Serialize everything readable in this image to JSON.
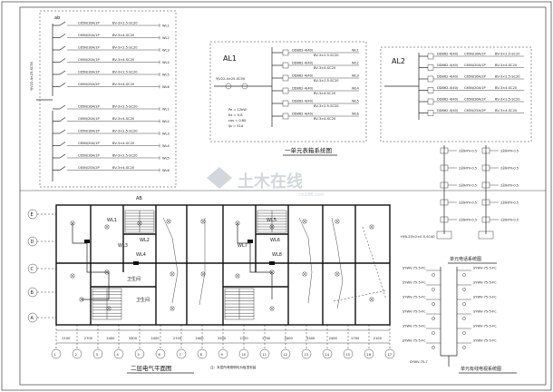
{
  "drawing": {
    "panel_left_label": "ab",
    "panel_al1_title": "AL1",
    "panel_al2_title": "AL2",
    "panel_system_caption": "一单元表箱系统图",
    "plan_caption": "二层电气平面图",
    "plan_top_label": "AB",
    "plan_note": "注：本层所有照明均为吸顶安装",
    "riser_caption": "单元电话系统图",
    "tv_caption": "单元有线电视系统图",
    "room_label_toilet": "卫生间",
    "room_label_bath": "卫生间",
    "watermark": "土木在线",
    "watermark_sub": "co188.com",
    "grid_columns": [
      "1",
      "2",
      "3",
      "4",
      "5",
      "6",
      "7",
      "8",
      "9",
      "10",
      "11",
      "12",
      "13",
      "14",
      "15",
      "16",
      "17"
    ],
    "grid_rows": [
      "A",
      "B",
      "C",
      "D",
      "E"
    ],
    "dimensions": [
      "2100",
      "2700",
      "2400",
      "3300",
      "2400",
      "2700",
      "2400",
      "3300",
      "2100",
      "2700",
      "2400",
      "3300",
      "2400",
      "2700",
      "2100"
    ],
    "circuit_labels": [
      "WL1",
      "WL2",
      "WL3",
      "WL4",
      "WL5",
      "WL6",
      "WL7",
      "WL8"
    ],
    "breaker_labels": [
      "C65N/16A/1P",
      "C65N/20A/1P",
      "C65N/16A/1P",
      "C65N/20A/1P",
      "C65N/16A/1P",
      "C65N/25A/2P"
    ],
    "cable_labels": [
      "BV-3×2.5-SC20",
      "BV-3×4-SC20",
      "BV-3×2.5-SC20",
      "BV-3×4-SC20",
      "BV-3×2.5-SC20",
      "BV-3×4-SC20"
    ],
    "tv_labels": [
      "SYWV-75-5-FC",
      "SYWV-75-5-FC",
      "SYWV-75-5-FC",
      "SYWV-75-5-FC",
      "SYWV-75-5-FC",
      "SYWV-75-5-FC",
      "SYWV-75-7"
    ],
    "phone_labels": [
      "2对HYV-0.5",
      "2对HYV-0.5",
      "2对HYV-0.5",
      "2对HYV-0.5",
      "2对HYV-0.5"
    ],
    "meter_labels": [
      "DD862-4(40)",
      "DD862-4(40)",
      "DD862-4(40)",
      "DD862-4(40)",
      "DD862-4(40)"
    ],
    "load_text": [
      "Pe = 12kW",
      "Kx = 0.8",
      "cos = 0.85",
      "Ijs = 51A"
    ],
    "incoming_cable": "YJV22-4×25-SC50",
    "riser_cable": "HYA-20×2×0.5-SC40"
  }
}
